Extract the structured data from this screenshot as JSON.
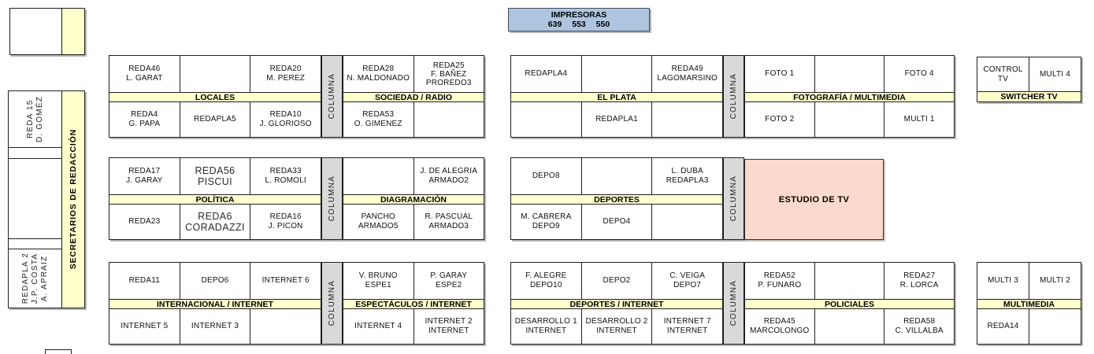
{
  "colors": {
    "band_yellow": "#ffffcc",
    "columna_gray": "#d9d9d9",
    "printers_blue": "#aec5df",
    "studio_pink": "#fbd9cc"
  },
  "impresoras": {
    "title": "IMPRESORAS",
    "numbers": "639 553 550"
  },
  "left": {
    "secretarios": "SECRETARIOS DE REDACCIÓN",
    "reda15": "REDA 15\nD. GOMÉZ",
    "redapla2": "REDAPLA 2\nJ.P. COSTA\nA. APRAIZ"
  },
  "columna": "COLUMNA",
  "estudio": "ESTUDIO DE TV",
  "clusters": {
    "locales": {
      "label": "LOCALES",
      "top": [
        "REDA46\nL. GARAT",
        "",
        "REDA20\nM. PEREZ"
      ],
      "bottom": [
        "REDA4\nG. PAPA",
        "REDAPLA5",
        "REDA10\nJ. GLORIOSO"
      ]
    },
    "sociedad": {
      "label": "SOCIEDAD / RADIO",
      "top": [
        "REDA28\nN. MALDONADO",
        "REDA25\nF. BAÑEZ\nPROREDO3"
      ],
      "bottom": [
        "REDA53\nO. GIMENEZ",
        ""
      ]
    },
    "elplata": {
      "label": "EL PLATA",
      "top": [
        "REDAPLA4",
        "",
        "REDA49\nLAGOMARSINO"
      ],
      "bottom": [
        "",
        "REDAPLA1",
        ""
      ]
    },
    "foto": {
      "label": "FOTOGRAFÍA / MULTIMEDIA",
      "top": [
        "FOTO 1",
        "",
        "FOTO 4"
      ],
      "bottom": [
        "FOTO 2",
        "",
        "MULTI 1"
      ]
    },
    "switcher": {
      "label": "SWITCHER TV",
      "top": [
        "CONTROL TV",
        "MULTI 4"
      ]
    },
    "politica": {
      "label": "POLÍTICA",
      "top": [
        "REDA17\nJ. GARAY",
        "REDA56\nPISCUI",
        "REDA33\nL. ROMOLI"
      ],
      "bottom": [
        "REDA23",
        "REDA6\nCORADAZZI",
        "REDA16\nJ. PICON"
      ]
    },
    "diagramacion": {
      "label": "DIAGRAMACIÓN",
      "top": [
        "",
        "J. DE ALEGRIA\nARMADO2"
      ],
      "bottom": [
        "PANCHO\nARMADO5",
        "R. PASCUAL\nARMADO3"
      ]
    },
    "deportes": {
      "label": "DEPORTES",
      "top": [
        "DEPO8",
        "",
        "L. DUBA\nREDAPLA3"
      ],
      "bottom": [
        "M. CABRERA\nDEPO9",
        "DEPO4",
        ""
      ]
    },
    "internacional": {
      "label": "INTERNACIONAL / INTERNET",
      "top": [
        "REDA11",
        "DEPO6",
        "INTERNET 6"
      ],
      "bottom": [
        "INTERNET 5",
        "INTERNET 3",
        ""
      ]
    },
    "espectaculos": {
      "label": "ESPECTÁCULOS / INTERNET",
      "top": [
        "V. BRUNO\nESPE1",
        "P. GARAY\nESPE2"
      ],
      "bottom": [
        "INTERNET 4",
        "INTERNET 2\nINTERNET"
      ]
    },
    "deportesinternet": {
      "label": "DEPORTES / INTERNET",
      "top": [
        "F. ALEGRE\nDEPO10",
        "DEPO2",
        "C. VEIGA\nDEPO7"
      ],
      "bottom": [
        "DESARROLLO 1\nINTERNET",
        "DESARROLLO 2\nINTERNET",
        "INTERNET 7\nINTERNET"
      ]
    },
    "policiales": {
      "label": "POLICIALES",
      "top": [
        "REDA52\nP. FUNARO",
        "",
        "REDA27\nR. LORCA"
      ],
      "bottom": [
        "REDA45\nMARCOLONGO",
        "",
        "REDA58\nC. VILLALBA"
      ]
    },
    "multimedia": {
      "label": "MULTIMEDIA",
      "top": [
        "MULTI 3",
        "MULTI 2"
      ],
      "bottom": [
        "REDA14",
        ""
      ]
    }
  }
}
